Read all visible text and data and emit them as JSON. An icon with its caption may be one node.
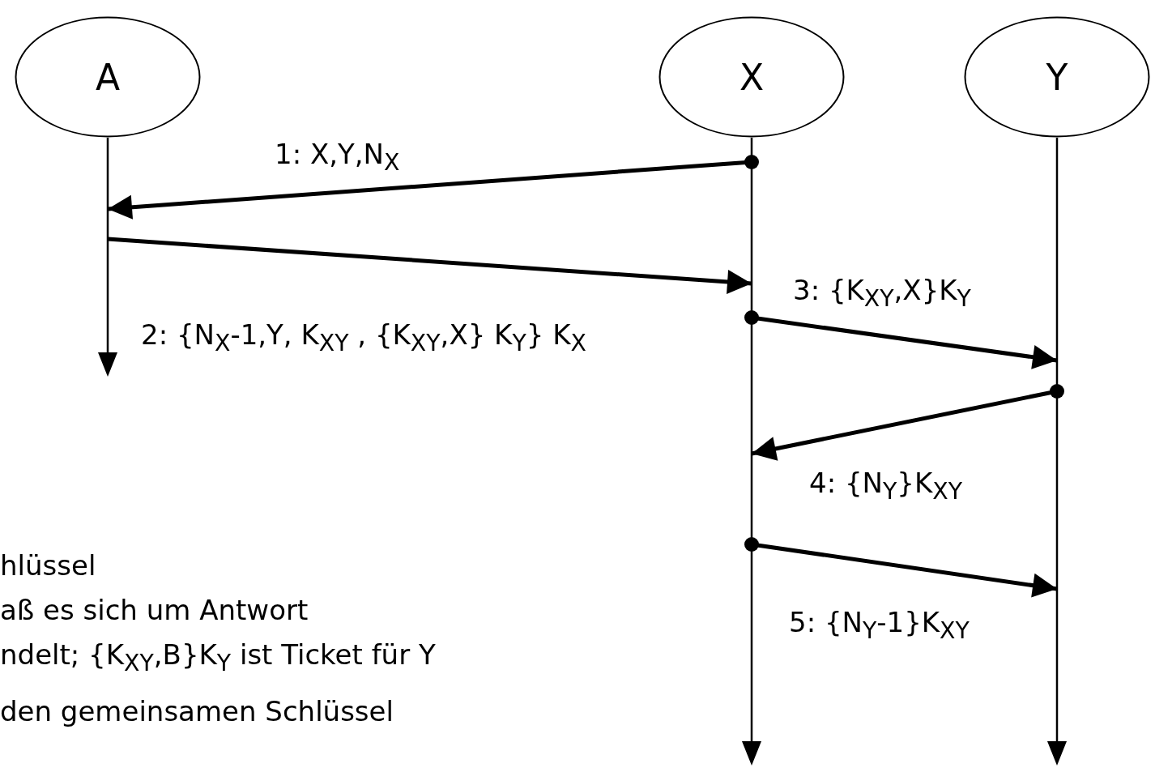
{
  "diagram": {
    "nodes": [
      {
        "text": [
          "A"
        ]
      },
      {
        "text": [
          "X"
        ]
      },
      {
        "text": [
          "Y"
        ]
      },
      {
        "text": [],
        "shape": "bar"
      },
      {
        "text": [],
        "shape": "bar"
      },
      {
        "text": [],
        "shape": "bar"
      }
    ],
    "edges": [
      {
        "from": 4,
        "to": 3,
        "arrow": "to",
        "label": "1: X,Y,N$_{X}$"
      },
      {
        "from": 3,
        "to": 4,
        "arrow": "to",
        "label": "2: {N$_{X}$-1,Y, K$_{XY}$ , {K$_{XY}$,X} K$_{Y}$} K$_{X}$"
      },
      {
        "from": 4,
        "to": 5,
        "arrow": "to",
        "label": "3: {K$_{XY}$,X}K$_{Y}$"
      },
      {
        "from": 5,
        "to": 4,
        "arrow": "to",
        "label": "4: {N$_{Y}$}K$_{XY}$"
      },
      {
        "from": 4,
        "to": 5,
        "arrow": "to",
        "label": "5: {N$_{Y}$-1}K$_{XY}$"
      }
    ],
    "labels": [
      "hlüssel",
      "aß es sich um Antwort",
      "ndelt; {K$_{XY}$,B}K$_{Y}$  ist Ticket für Y",
      "den gemeinsamen Schlüssel"
    ]
  }
}
